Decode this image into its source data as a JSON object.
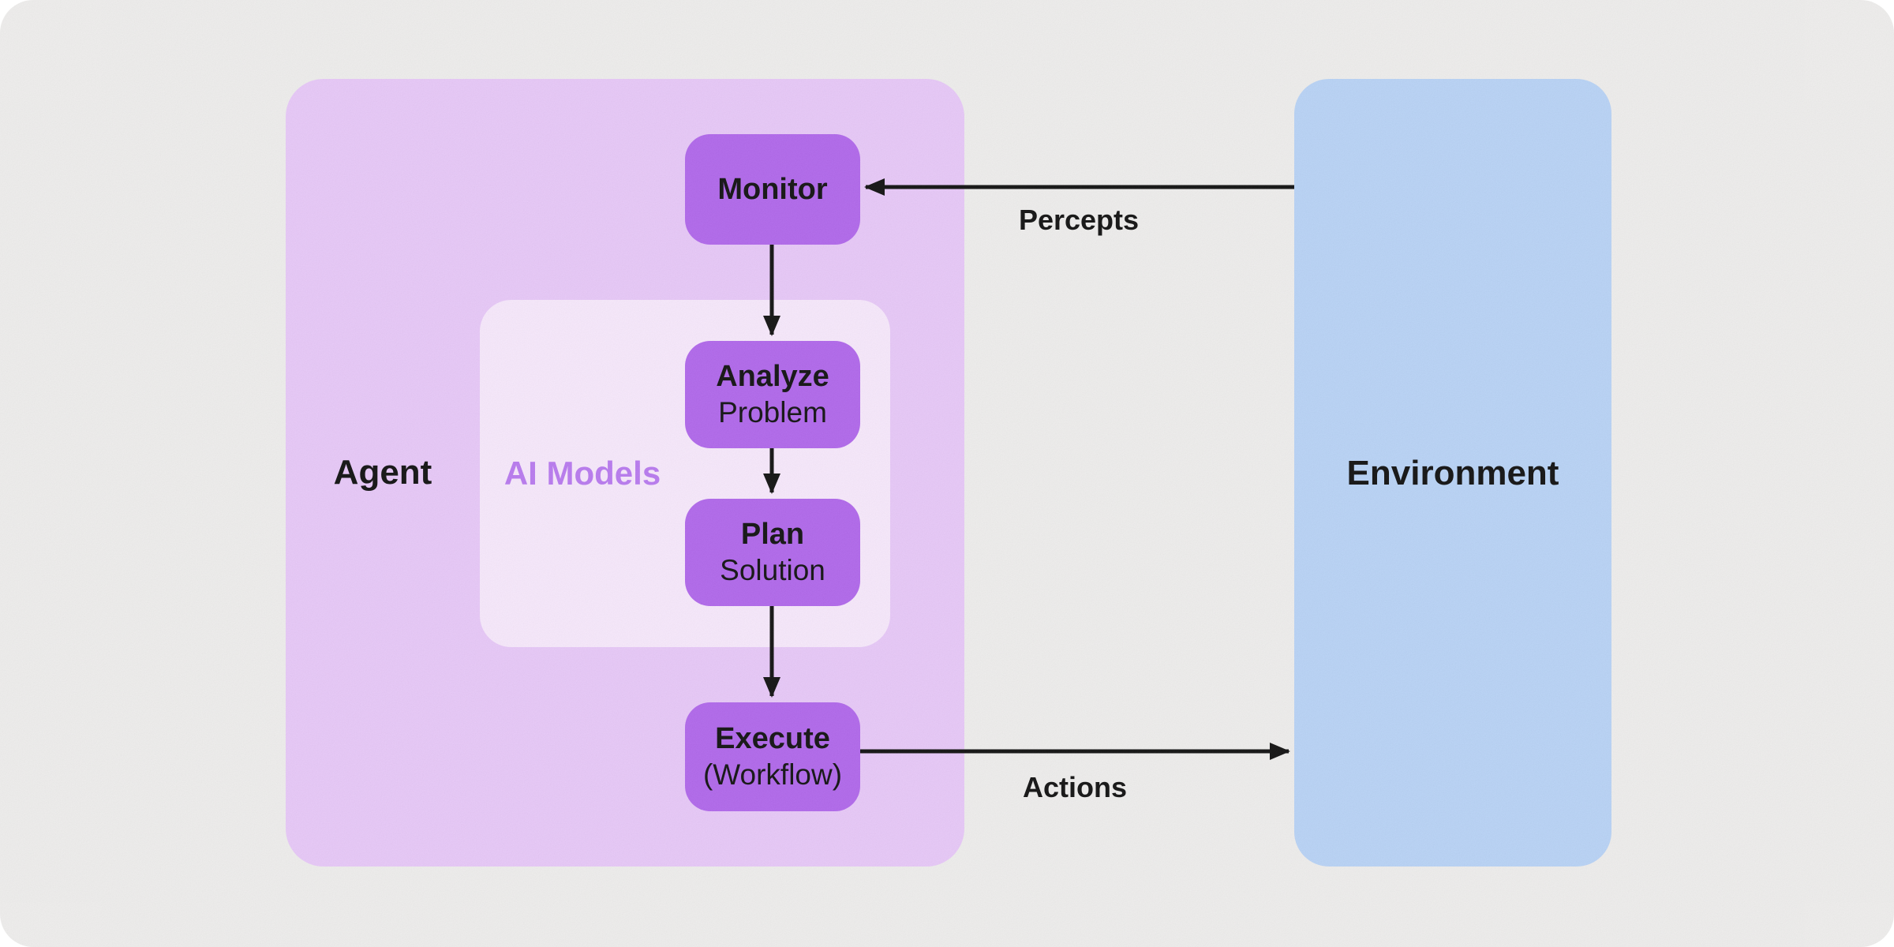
{
  "colors": {
    "canvas_bg": "#efeeed",
    "agent_fill": "#e8c8f9",
    "ai_models_fill": "#f8e9fd",
    "node_fill": "#b065ec",
    "environment_fill": "#b8d3f7",
    "ai_models_text": "#b878f0",
    "arrow": "#0d0d0d",
    "text": "#0d0d0d"
  },
  "diagram": {
    "agent_label": "Agent",
    "ai_models_label": "AI Models",
    "environment_label": "Environment",
    "nodes": [
      {
        "title": "Monitor"
      },
      {
        "title": "Analyze",
        "subtitle": "Problem"
      },
      {
        "title": "Plan",
        "subtitle": "Solution"
      },
      {
        "title": "Execute",
        "subtitle": "(Workflow)"
      }
    ],
    "edge_labels": {
      "percepts": "Percepts",
      "actions": "Actions"
    }
  }
}
